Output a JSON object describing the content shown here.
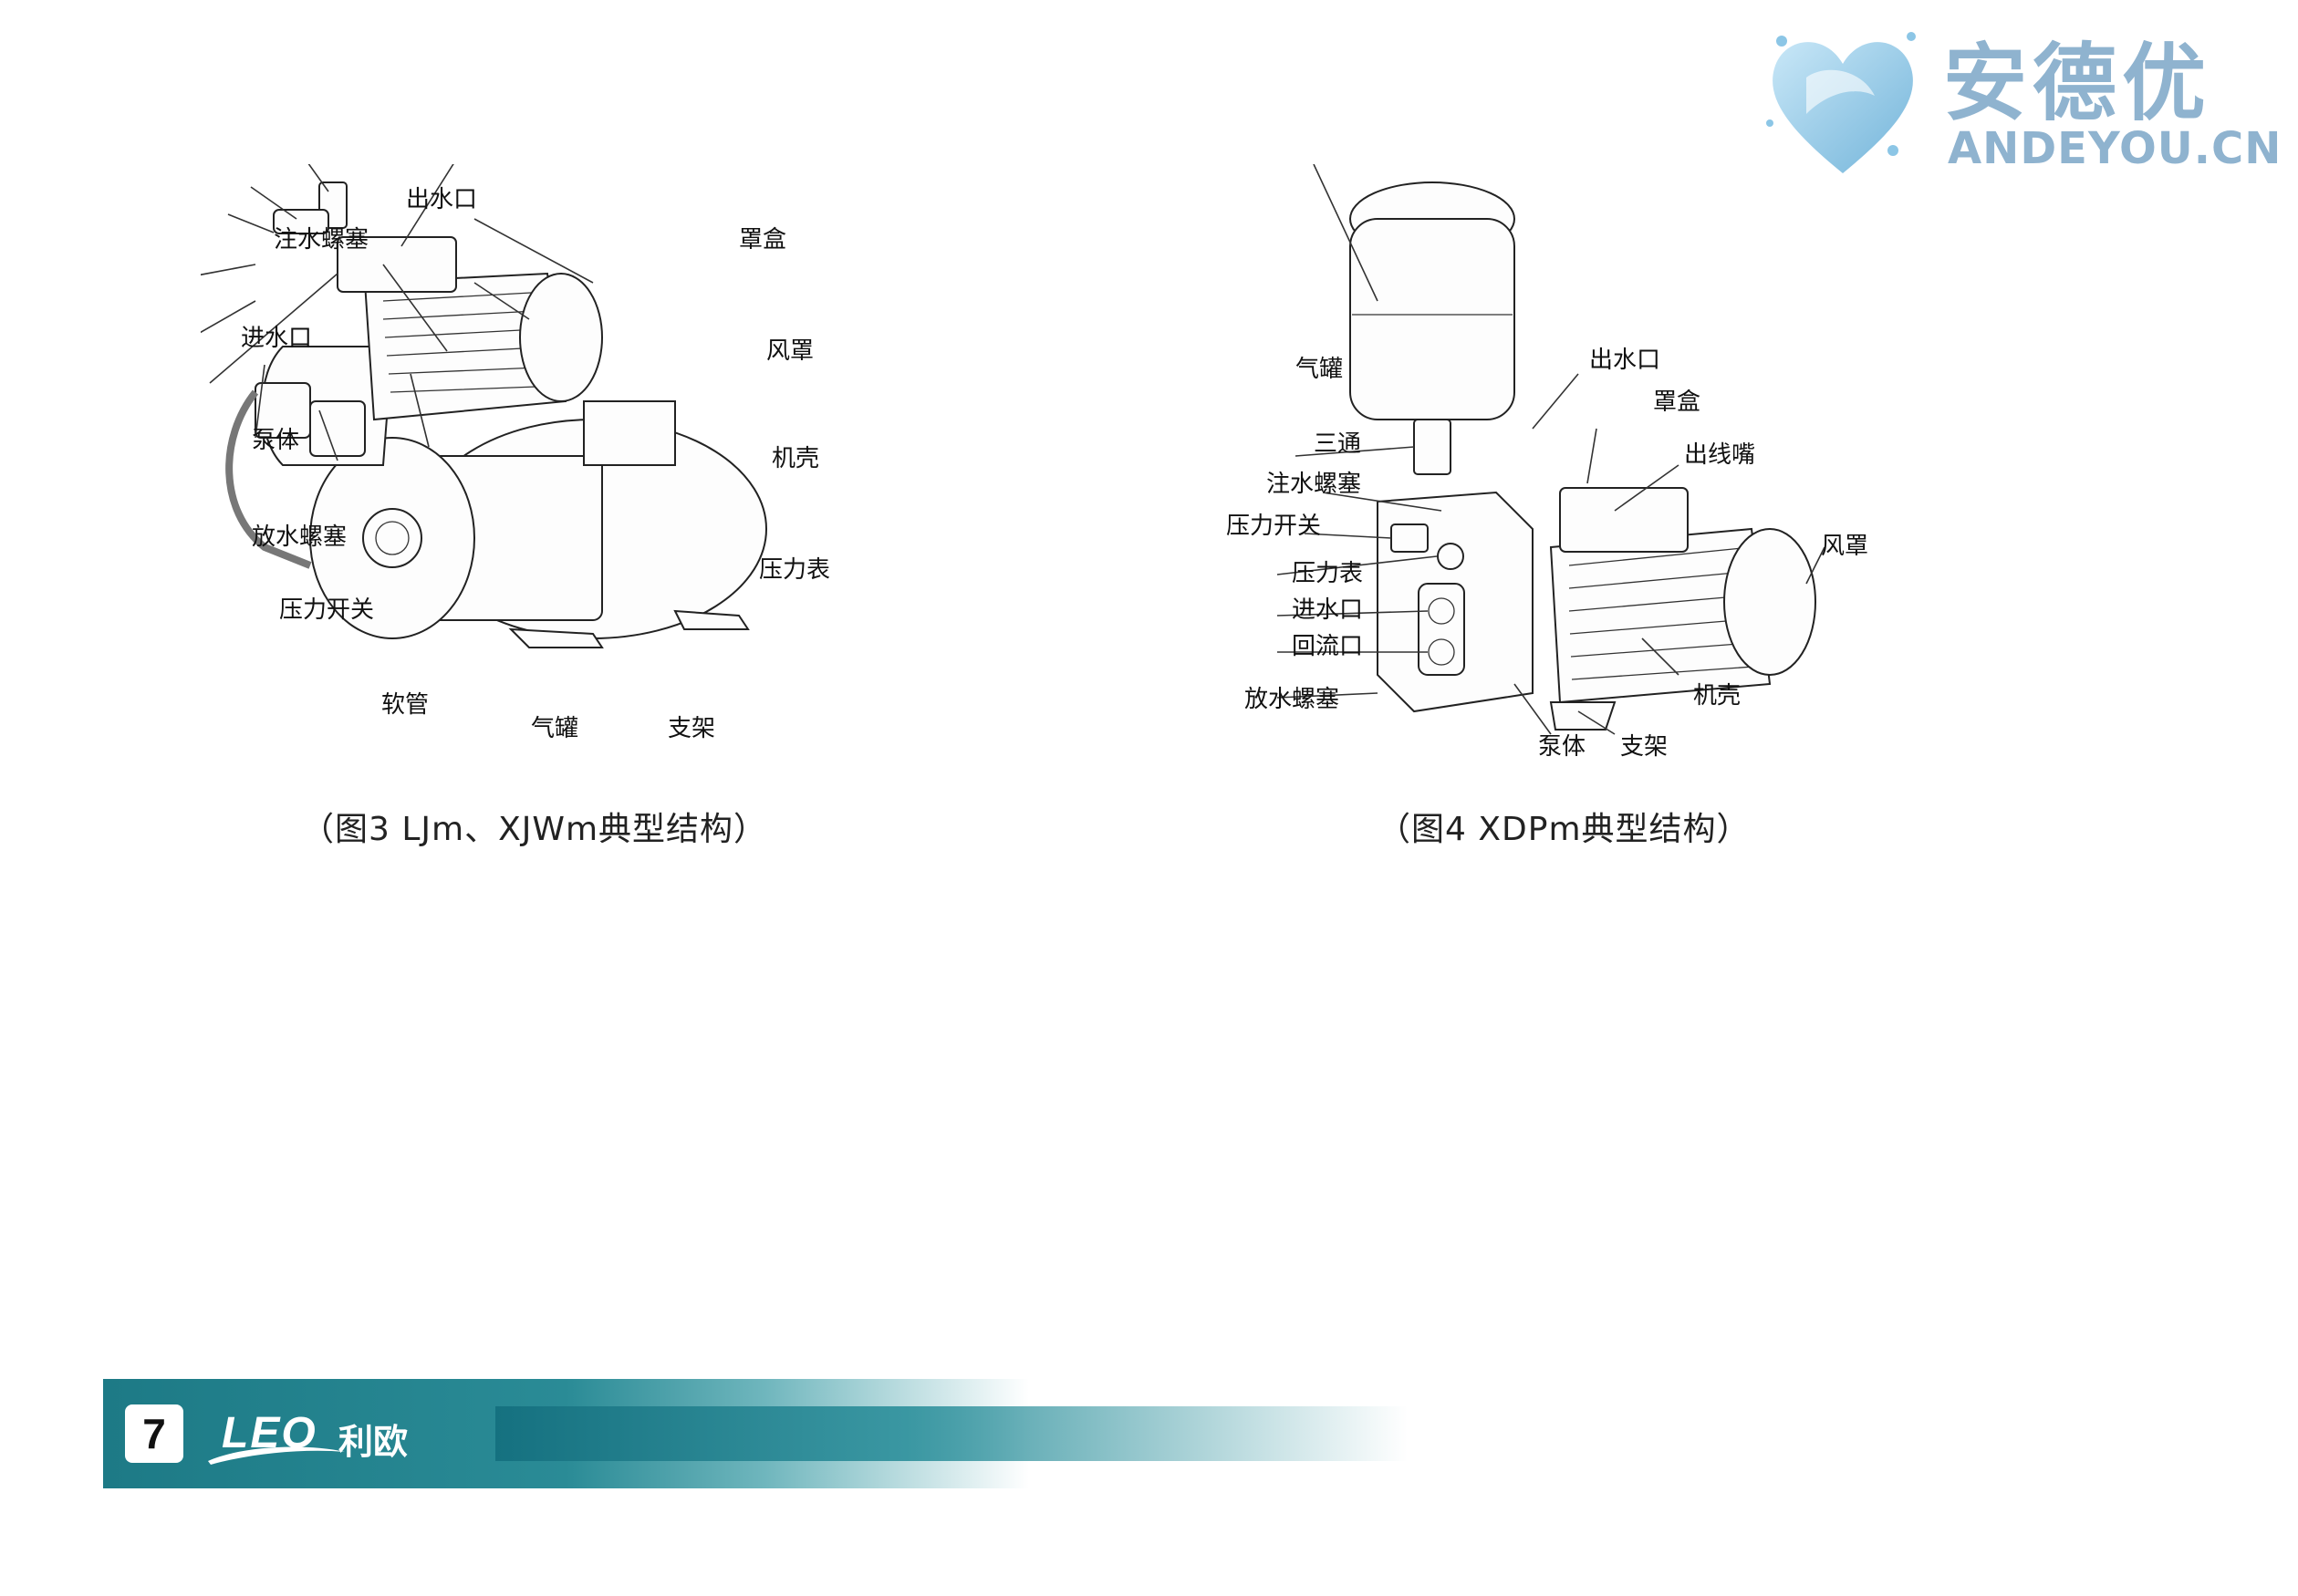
{
  "watermark": {
    "cn": "安德优",
    "en": "ANDEYOU.CN"
  },
  "figure3": {
    "labels": {
      "outlet": "出水口",
      "priming_plug": "注水螺塞",
      "cover_box": "罩盒",
      "inlet": "进水口",
      "fan_cover": "风罩",
      "pump_body": "泵体",
      "housing": "机壳",
      "drain_plug": "放水螺塞",
      "pressure_gauge": "压力表",
      "pressure_switch": "压力开关",
      "hose": "软管",
      "tank": "气罐",
      "bracket": "支架"
    },
    "caption": "（图3  LJm、XJWm典型结构）"
  },
  "figure4": {
    "labels": {
      "tank": "气罐",
      "outlet": "出水口",
      "cover_box": "罩盒",
      "tee": "三通",
      "cable_gland": "出线嘴",
      "priming_plug": "注水螺塞",
      "fan_cover": "风罩",
      "pressure_switch": "压力开关",
      "pressure_gauge": "压力表",
      "inlet": "进水口",
      "return": "回流口",
      "housing": "机壳",
      "drain_plug": "放水螺塞",
      "pump_body": "泵体",
      "bracket": "支架"
    },
    "caption": "（图4  XDPm典型结构）"
  },
  "footer": {
    "page_number": "7",
    "brand_en": "LEO",
    "brand_cn": "利欧",
    "colors": {
      "band": "#1d7a86"
    }
  }
}
